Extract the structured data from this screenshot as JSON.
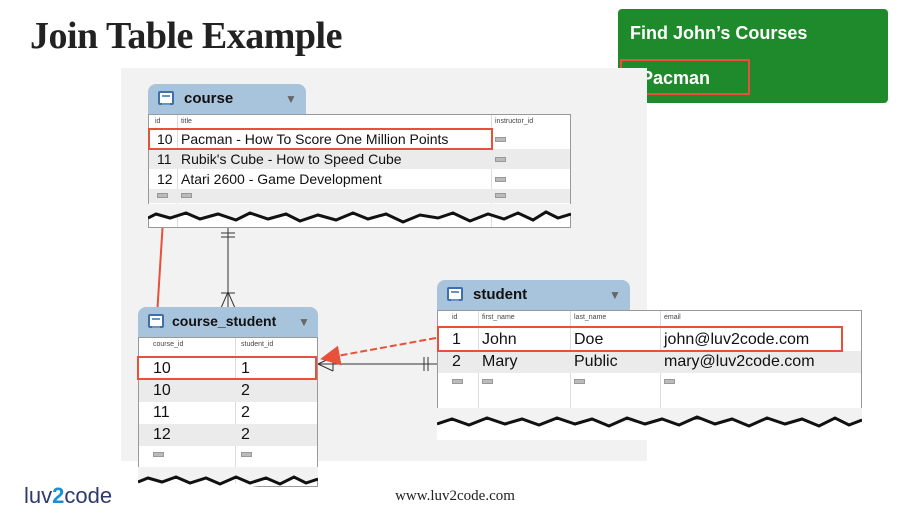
{
  "title": "Join Table Example",
  "callout": {
    "header": "Find John’s Courses",
    "answer": "- Pacman"
  },
  "footer": {
    "url": "www.luv2code.com",
    "logo_pre": "luv",
    "logo_mid": "2",
    "logo_post": "code"
  },
  "colors": {
    "callout_green": "#1e8a2c",
    "highlight": "#e8503a",
    "tab_blue": "#a8c4dd"
  },
  "course": {
    "name": "course",
    "headers": [
      "id",
      "title",
      "instructor_id"
    ],
    "rows": [
      {
        "id": "10",
        "title": "Pacman - How To Score One Million Points"
      },
      {
        "id": "11",
        "title": "Rubik's Cube - How to Speed Cube"
      },
      {
        "id": "12",
        "title": "Atari 2600 - Game Development"
      }
    ]
  },
  "course_student": {
    "name": "course_student",
    "headers": [
      "course_id",
      "student_id"
    ],
    "rows": [
      {
        "course_id": "10",
        "student_id": "1"
      },
      {
        "course_id": "10",
        "student_id": "2"
      },
      {
        "course_id": "11",
        "student_id": "2"
      },
      {
        "course_id": "12",
        "student_id": "2"
      }
    ]
  },
  "student": {
    "name": "student",
    "headers": [
      "id",
      "first_name",
      "last_name",
      "email"
    ],
    "rows": [
      {
        "id": "1",
        "first_name": "John",
        "last_name": "Doe",
        "email": "john@luv2code.com"
      },
      {
        "id": "2",
        "first_name": "Mary",
        "last_name": "Public",
        "email": "mary@luv2code.com"
      }
    ]
  }
}
